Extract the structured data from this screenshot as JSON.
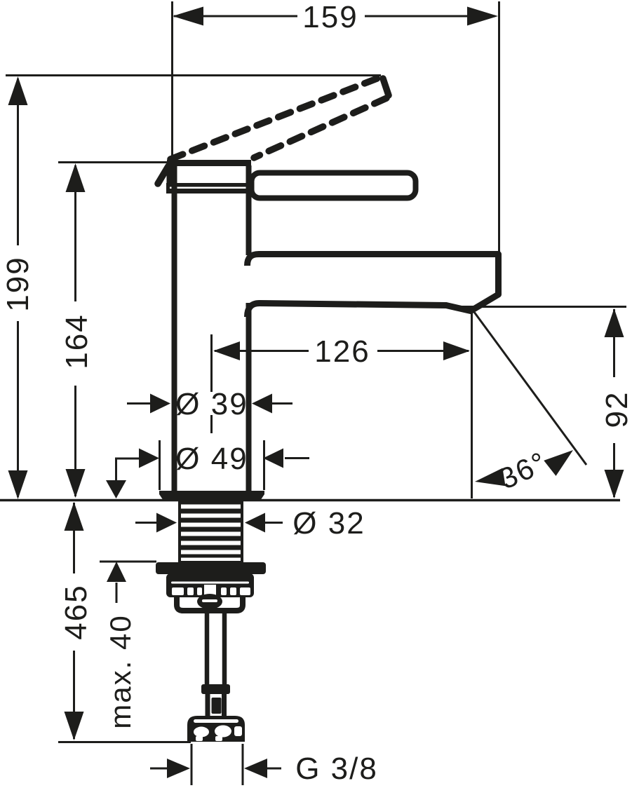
{
  "colors": {
    "ink": "#1d1d1b",
    "background": "#ffffff"
  },
  "labels": {
    "spout_width": "159",
    "total_height": "199",
    "body_height": "164",
    "spout_reach": "126",
    "body_diameter": "Ø 39",
    "base_diameter": "Ø 49",
    "shank_diameter": "Ø 32",
    "outlet_height": "92",
    "spray_angle": "36°",
    "hose_length": "465",
    "max_deck_thickness": "max. 40",
    "connection_thread": "G 3/8"
  }
}
